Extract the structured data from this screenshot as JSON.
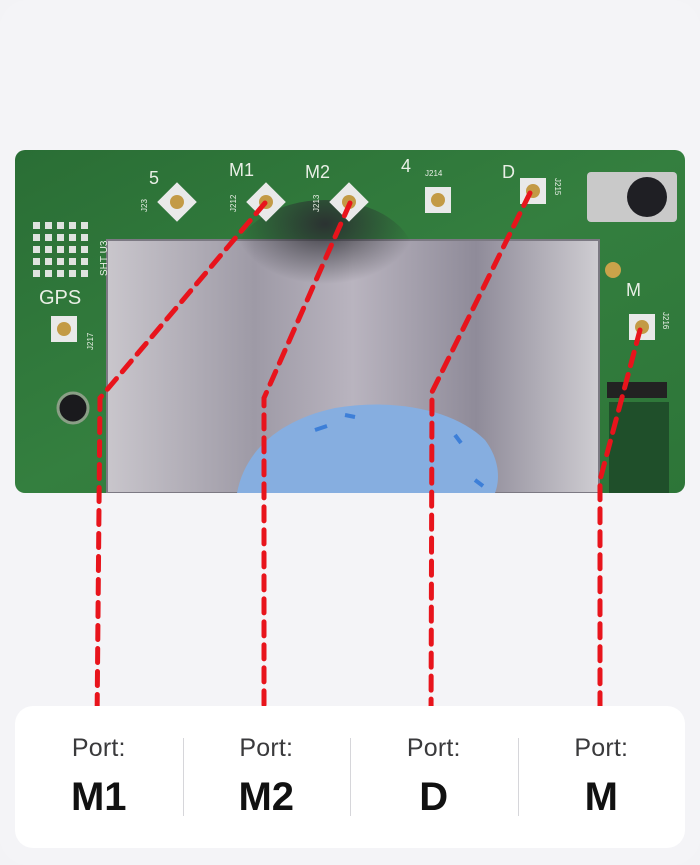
{
  "board": {
    "silkscreen": {
      "j23": "J23",
      "j212": "J212",
      "j213": "J213",
      "j214": "J214",
      "j215": "J215",
      "j216": "J216",
      "j217": "J217",
      "n5": "5",
      "m1": "M1",
      "m2": "M2",
      "n4": "4",
      "d": "D",
      "m": "M",
      "gps": "GPS",
      "sht_u3": "SHT U3"
    }
  },
  "ports": [
    {
      "label": "Port:",
      "name": "M1"
    },
    {
      "label": "Port:",
      "name": "M2"
    },
    {
      "label": "Port:",
      "name": "D"
    },
    {
      "label": "Port:",
      "name": "M"
    }
  ],
  "colors": {
    "board_green": "#2f7a3a",
    "leader_red": "#e8141c",
    "shield": "#b9b7bd"
  }
}
